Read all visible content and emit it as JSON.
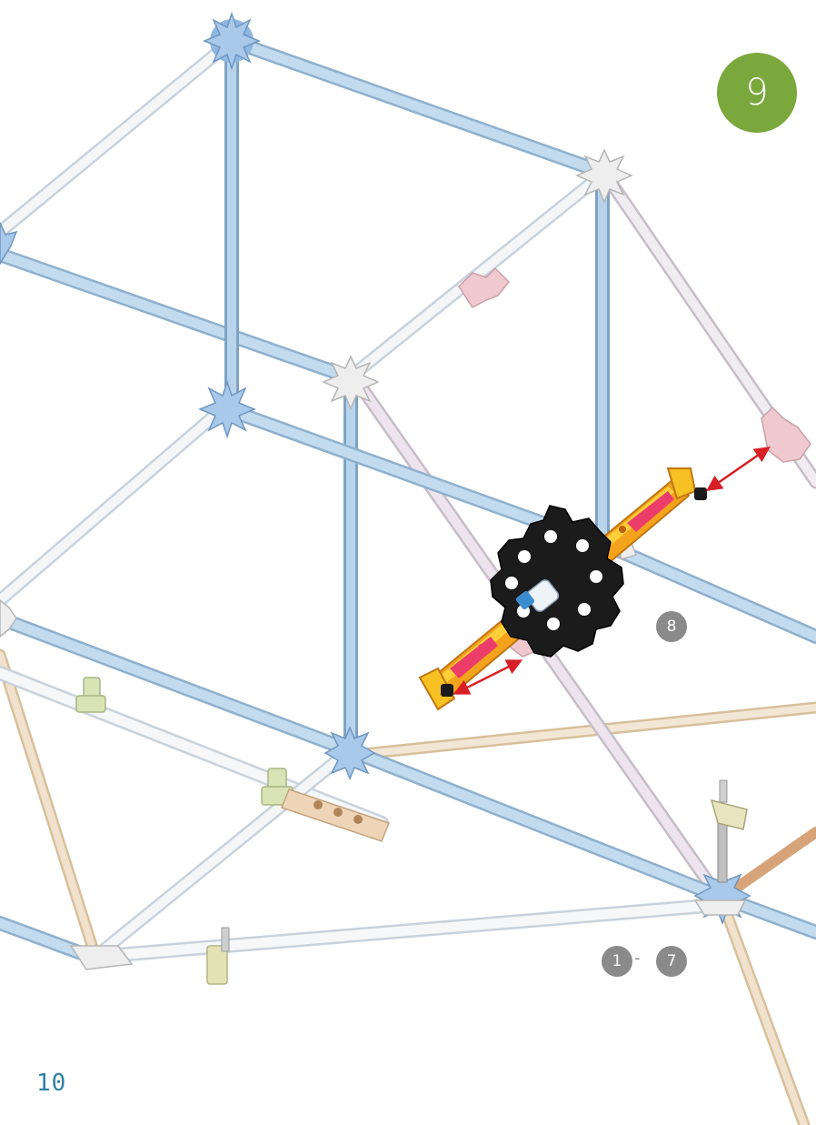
{
  "step": {
    "number": "9",
    "color": "#7aa83d"
  },
  "callouts": {
    "part_label": "8",
    "range_start": "1",
    "range_separator": "-",
    "range_end": "7",
    "badge_color": "#8a8a8a"
  },
  "page_number": {
    "text": "10",
    "color": "#2f7fa6"
  },
  "colors": {
    "rod_blue": "#b5d3ec",
    "rod_white": "#f2f5f8",
    "rod_tan": "#ecd9be",
    "rod_pink": "#eadbe6",
    "connector_blue": "#8fb7e0",
    "connector_white": "#ecebea",
    "connector_pink": "#efc9cf",
    "clip_green": "#d9e3b5",
    "gear_black": "#1b1b1b",
    "bracket_orange": "#f3a21c",
    "arrow_red": "#d81f26"
  },
  "icons": [
    "blue-connector",
    "white-connector",
    "pink-connector",
    "gear-icon",
    "red-arrow-icon",
    "yellow-bracket",
    "green-clip"
  ]
}
